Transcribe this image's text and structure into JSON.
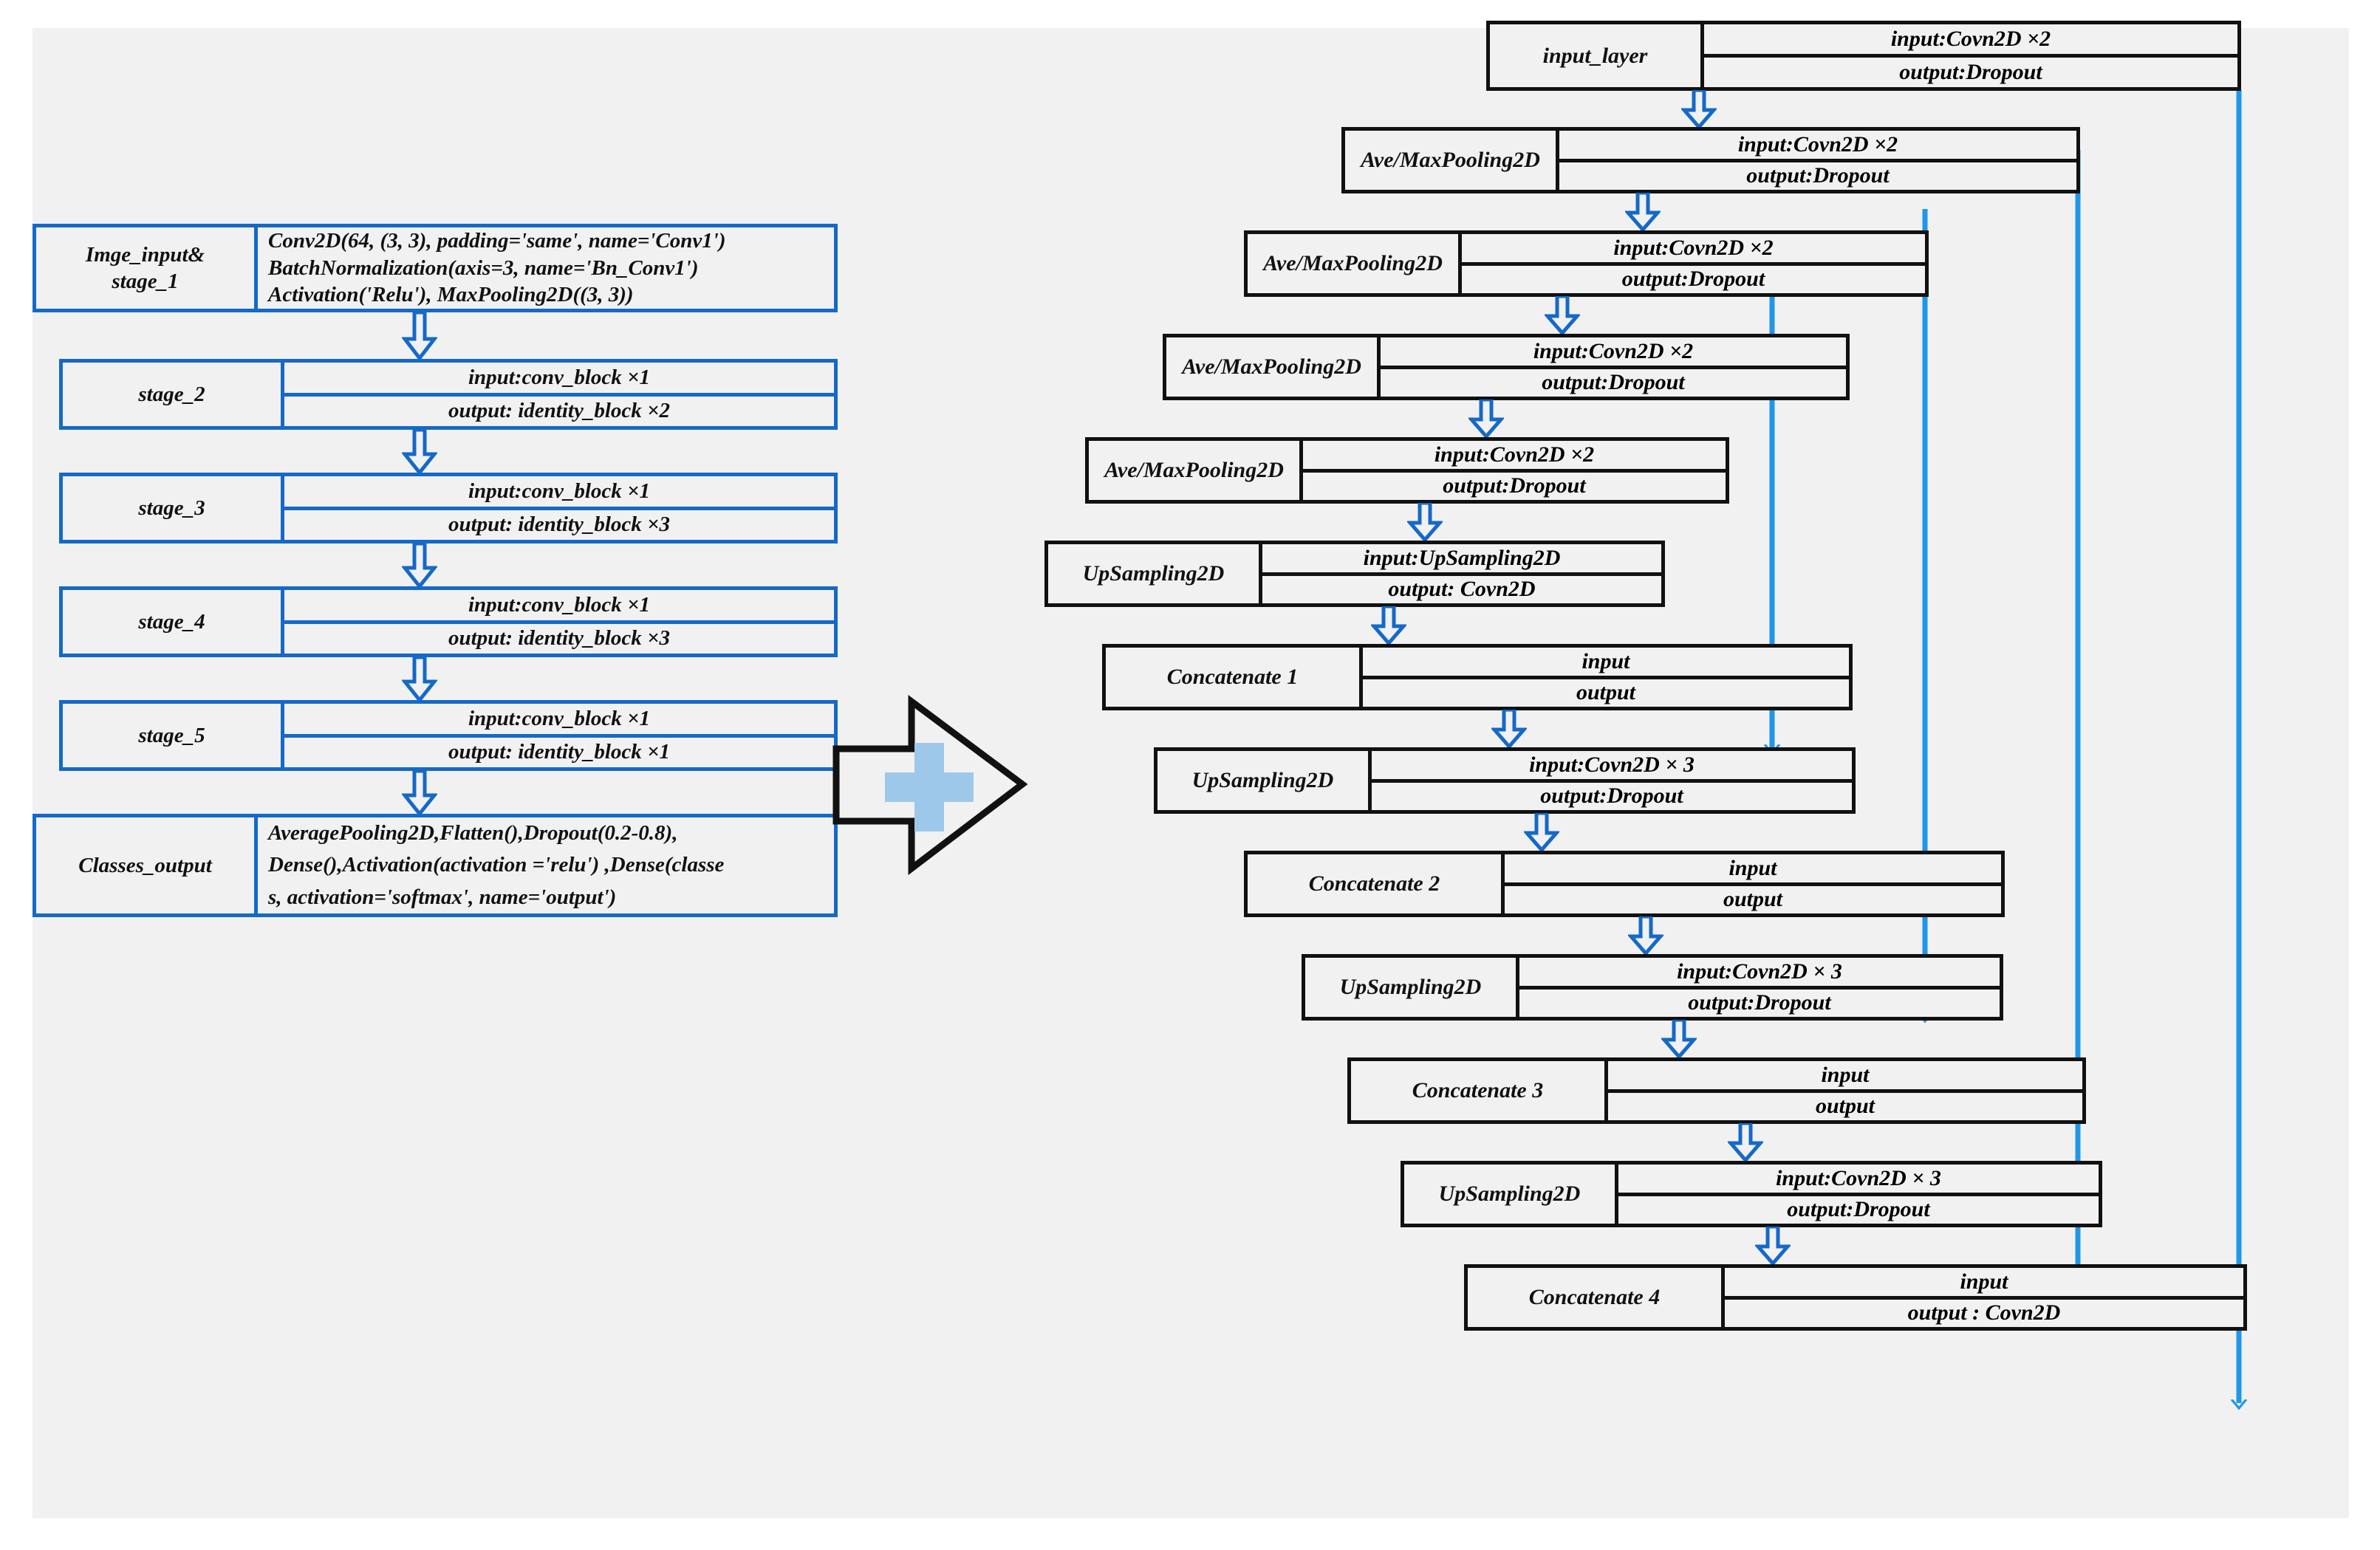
{
  "figure": {
    "kind": "neural-network-architecture-diagram",
    "background": "#f1f1f1",
    "accent_blue": "#1569c7",
    "line_blue": "#2196e8",
    "outline_black": "#111111",
    "combine_symbol": "+"
  },
  "left_branch": {
    "name": "classification-backbone",
    "nodes": [
      {
        "id": "imge_input_stage_1",
        "title": "Imge_input&\nstage_1",
        "title_lines": [
          "Imge_input&",
          "stage_1"
        ],
        "body_lines": [
          "Conv2D(64, (3, 3), padding='same', name='Conv1')",
          "BatchNormalization(axis=3, name='Bn_Conv1')",
          "Activation('Relu'), MaxPooling2D((3, 3))"
        ]
      },
      {
        "id": "stage_2",
        "title": "stage_2",
        "input": "input:conv_block ×1",
        "output": "output: identity_block ×2"
      },
      {
        "id": "stage_3",
        "title": "stage_3",
        "input": "input:conv_block ×1",
        "output": "output: identity_block ×3"
      },
      {
        "id": "stage_4",
        "title": "stage_4",
        "input": "input:conv_block ×1",
        "output": "output: identity_block ×3"
      },
      {
        "id": "stage_5",
        "title": "stage_5",
        "input": "input:conv_block ×1",
        "output": "output: identity_block ×1"
      },
      {
        "id": "classes_output",
        "title": "Classes_output",
        "body_lines": [
          "AveragePooling2D,Flatten(),Dropout(0.2-0.8),",
          "Dense(),Activation(activation ='relu') ,Dense(classe",
          "s, activation='softmax', name='output')"
        ]
      }
    ]
  },
  "right_branch": {
    "name": "segmentation-encoder-decoder",
    "nodes": [
      {
        "id": "input_layer",
        "title": "input_layer",
        "input": "input:Covn2D ×2",
        "output": "output:Dropout"
      },
      {
        "id": "pool_1",
        "title": "Ave/MaxPooling2D",
        "input": "input:Covn2D ×2",
        "output": "output:Dropout"
      },
      {
        "id": "pool_2",
        "title": "Ave/MaxPooling2D",
        "input": "input:Covn2D ×2",
        "output": "output:Dropout"
      },
      {
        "id": "pool_3",
        "title": "Ave/MaxPooling2D",
        "input": "input:Covn2D ×2",
        "output": "output:Dropout"
      },
      {
        "id": "pool_4",
        "title": "Ave/MaxPooling2D",
        "input": "input:Covn2D ×2",
        "output": "output:Dropout"
      },
      {
        "id": "upsampling_1",
        "title": "UpSampling2D",
        "input": "input:UpSampling2D",
        "output": "output: Covn2D"
      },
      {
        "id": "concatenate_1",
        "title": "Concatenate 1",
        "input": "input",
        "output": "output"
      },
      {
        "id": "upsampling_2",
        "title": "UpSampling2D",
        "input": "input:Covn2D × 3",
        "output": "output:Dropout"
      },
      {
        "id": "concatenate_2",
        "title": "Concatenate 2",
        "input": "input",
        "output": "output"
      },
      {
        "id": "upsampling_3",
        "title": "UpSampling2D",
        "input": "input:Covn2D × 3",
        "output": "output:Dropout"
      },
      {
        "id": "concatenate_3",
        "title": "Concatenate 3",
        "input": "input",
        "output": "output"
      },
      {
        "id": "upsampling_4",
        "title": "UpSampling2D",
        "input": "input:Covn2D × 3",
        "output": "output:Dropout"
      },
      {
        "id": "concatenate_4",
        "title": "Concatenate 4",
        "input": "input",
        "output": "output :  Covn2D"
      }
    ],
    "skip_connections": [
      {
        "from": "input_layer",
        "to": "concatenate_4"
      },
      {
        "from": "pool_1",
        "to": "concatenate_3"
      },
      {
        "from": "pool_2",
        "to": "concatenate_2"
      },
      {
        "from": "pool_3",
        "to": "concatenate_1"
      }
    ]
  }
}
